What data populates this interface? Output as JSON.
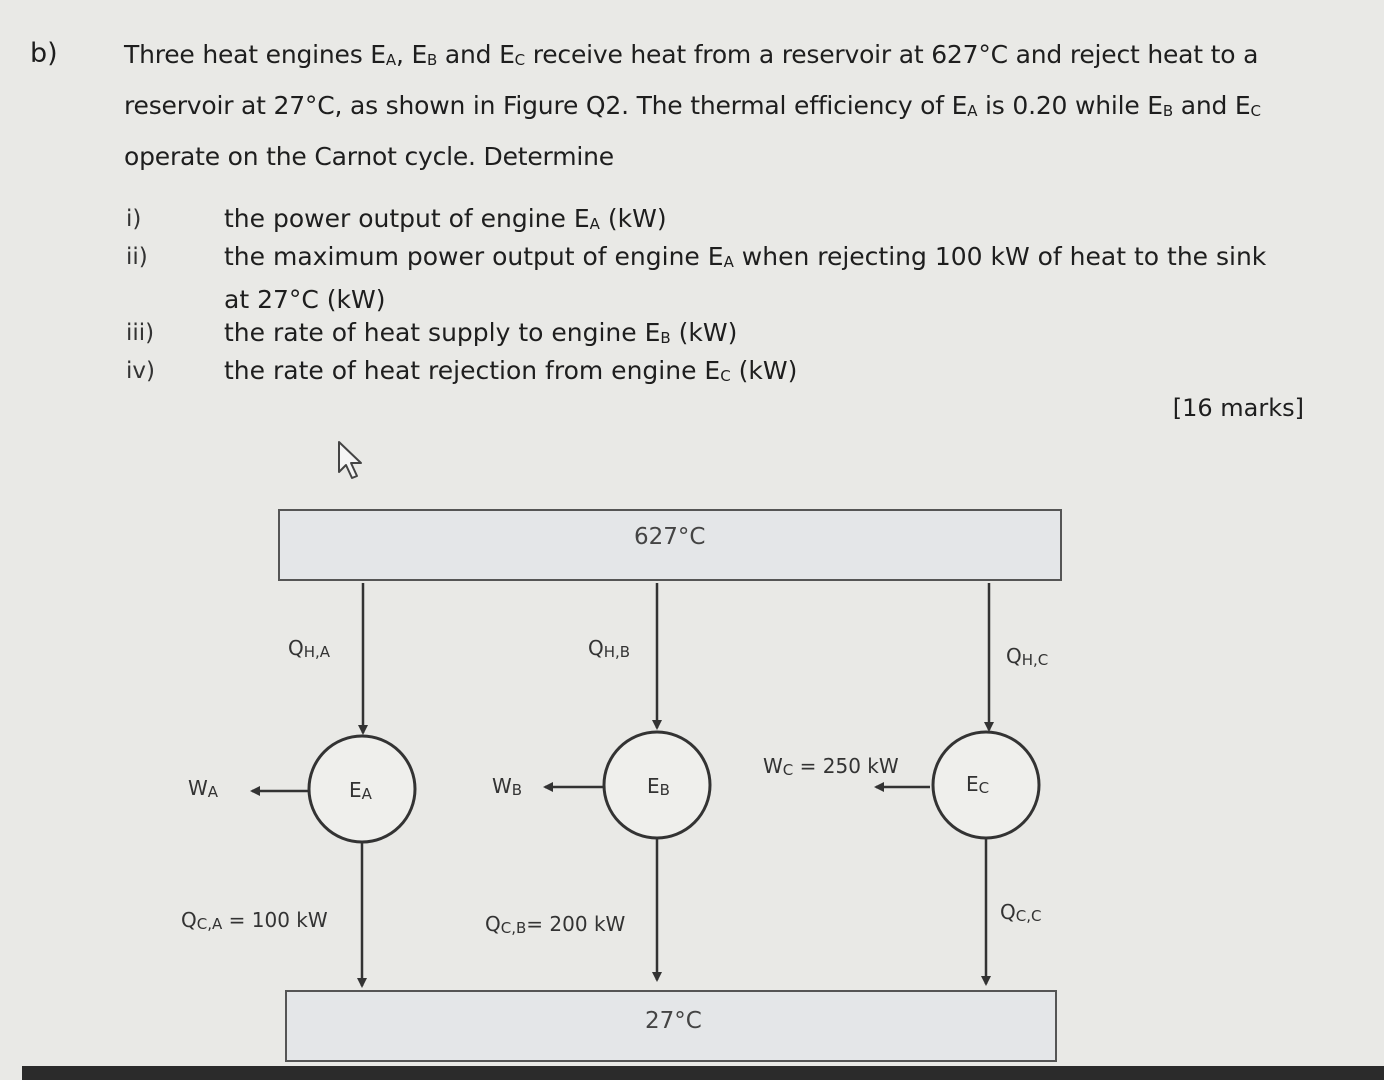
{
  "question": {
    "label": "b)",
    "para_line1": "Three heat engines E",
    "intro": {
      "l1a": "Three heat engines E",
      "l1b": ", E",
      "l1c": " and E",
      "l1d": " receive heat from a reservoir at 627°C and reject heat to a",
      "l2a": "reservoir at 27°C, as shown in Figure Q2. The thermal efficiency of E",
      "l2b": " is 0.20 while E",
      "l2c": " and E",
      "l3": "operate on the Carnot cycle. Determine"
    },
    "subs": {
      "A": "A",
      "B": "B",
      "C": "C"
    },
    "parts": [
      {
        "num": "i)",
        "text_a": "the power output of engine E",
        "text_b": " (kW)"
      },
      {
        "num": "ii)",
        "text_a": "the maximum power output of engine E",
        "text_b": " when rejecting 100 kW of heat to the sink",
        "text_c": "at 27°C (kW)"
      },
      {
        "num": "iii)",
        "text_a": "the rate of heat supply to engine E",
        "text_b": " (kW)"
      },
      {
        "num": "iv)",
        "text_a": "the rate of heat rejection from engine E",
        "text_b": " (kW)"
      }
    ],
    "marks": "[16 marks]"
  },
  "diagram": {
    "hot_reservoir": "627°C",
    "cold_reservoir": "27°C",
    "engines": [
      {
        "name": "E",
        "sub": "A",
        "q_hot": "Q",
        "q_hot_sub": "H,A",
        "work": "W",
        "work_sub": "A",
        "q_cold": "Q",
        "q_cold_sub": "C,A",
        "q_cold_value": " = 100 kW"
      },
      {
        "name": "E",
        "sub": "B",
        "q_hot": "Q",
        "q_hot_sub": "H,B",
        "work": "W",
        "work_sub": "B",
        "q_cold": "Q",
        "q_cold_sub": "C,B",
        "q_cold_value": "= 200 kW"
      },
      {
        "name": "E",
        "sub": "C",
        "q_hot": "Q",
        "q_hot_sub": "H,C",
        "work": "W",
        "work_sub": "C",
        "work_value": " = 250 kW",
        "q_cold": "Q",
        "q_cold_sub": "C,C"
      }
    ]
  },
  "colors": {
    "background": "#e9e9e6",
    "line": "#333333",
    "reservoir_fill": "#e4e6e8"
  }
}
